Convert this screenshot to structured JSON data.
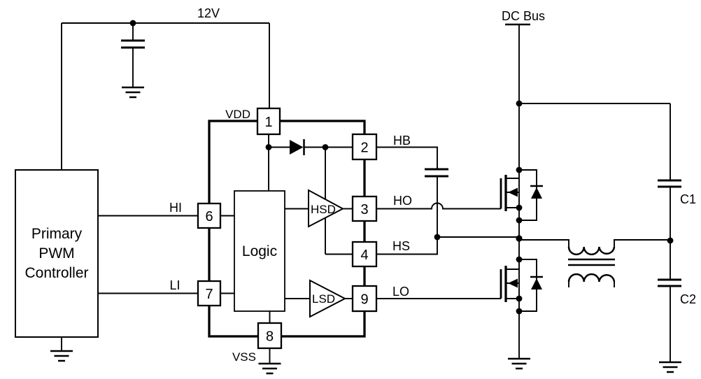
{
  "diagram": {
    "colors": {
      "line": "#000000",
      "background": "#ffffff"
    },
    "supply_label": "12V",
    "dc_bus_label": "DC Bus",
    "controller": {
      "line1": "Primary",
      "line2": "PWM",
      "line3": "Controller"
    },
    "ic": {
      "logic_label": "Logic",
      "high_side_driver": "HSD",
      "low_side_driver": "LSD",
      "pins": {
        "vdd": {
          "number": "1",
          "name": "VDD"
        },
        "hb": {
          "number": "2",
          "name": "HB"
        },
        "ho": {
          "number": "3",
          "name": "HO"
        },
        "hs": {
          "number": "4",
          "name": "HS"
        },
        "hi": {
          "number": "6",
          "name": "HI"
        },
        "li": {
          "number": "7",
          "name": "LI"
        },
        "vss": {
          "number": "8",
          "name": "VSS"
        },
        "lo": {
          "number": "9",
          "name": "LO"
        }
      }
    },
    "capacitors": {
      "c1": "C1",
      "c2": "C2"
    }
  }
}
